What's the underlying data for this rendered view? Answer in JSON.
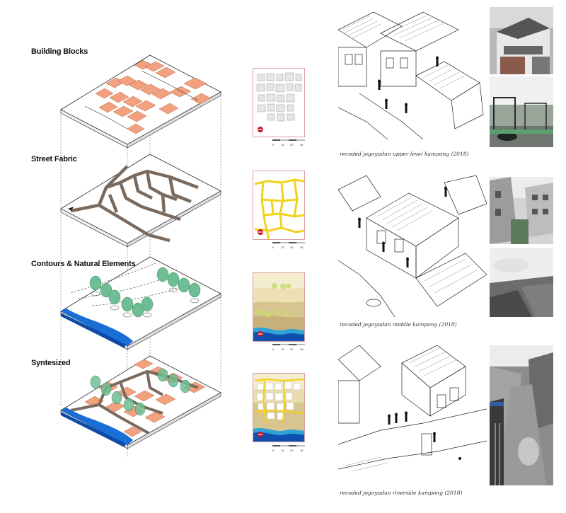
{
  "layers": [
    {
      "label": "Building Blocks"
    },
    {
      "label": "Street Fabric"
    },
    {
      "label": "Contours & Natural Elements"
    },
    {
      "label": "Syntesized"
    }
  ],
  "captions": [
    "recoded jogoyudan upper level kampong (2018)",
    "recoded jogoyudan middle kampong (2018)",
    "recoded jogoyudan riverside kampong (2018)"
  ],
  "scale_ticks": [
    "0",
    "15",
    "30",
    "45"
  ],
  "colors": {
    "building": "#f2a07e",
    "street": "#7a6a5e",
    "tree": "#5fae86",
    "river": "#1a6fd6",
    "yellow_street": "#f2d21a",
    "sand": "#e6d7a4",
    "accent_red": "#c0142a"
  }
}
